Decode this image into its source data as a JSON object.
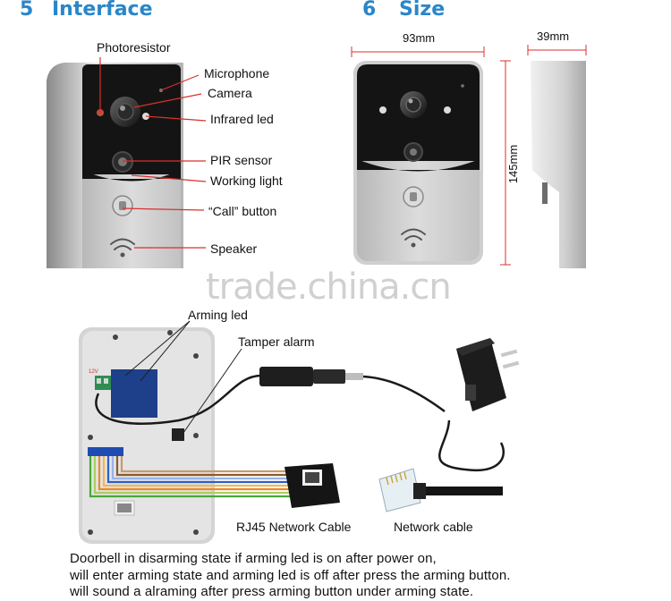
{
  "headers": {
    "interface_num": "5",
    "interface_title": "Interface",
    "size_num": "6",
    "size_title": "Size"
  },
  "interface_labels": {
    "photoresistor": "Photoresistor",
    "microphone": "Microphone",
    "camera": "Camera",
    "infrared_led": "Infrared led",
    "pir_sensor": "PIR sensor",
    "working_light": "Working light",
    "call_button": "“Call” button",
    "speaker": "Speaker"
  },
  "size_labels": {
    "width": "93mm",
    "height": "145mm",
    "depth": "39mm"
  },
  "watermark": "trade.china.cn",
  "wiring_labels": {
    "arming_led": "Arming led",
    "tamper_alarm": "Tamper alarm",
    "rj45": "RJ45 Network Cable",
    "network_cable": "Network cable",
    "board_voltage": "12V"
  },
  "notes": [
    "Doorbell in disarming state if  arming led is on after power on,",
    "will enter arming state and arming led is off after press the arming button.",
    "will sound a alraming after press arming button under arming state."
  ],
  "colors": {
    "accent_blue": "#2a86c8",
    "pointer_red": "#d9302c",
    "dimension_red": "#d9302c",
    "device_black": "#141414",
    "device_silver": "#c9c9c9"
  }
}
